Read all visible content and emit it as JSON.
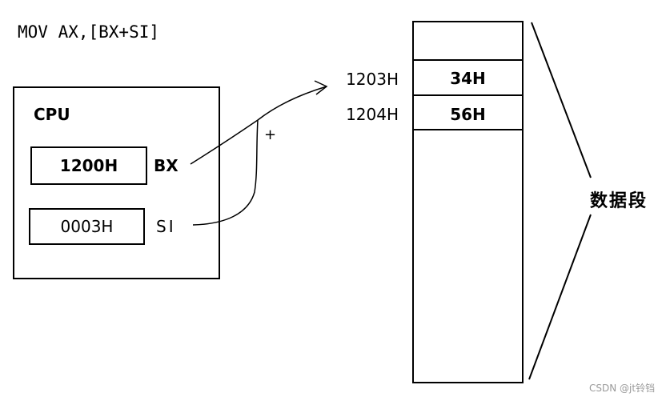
{
  "instruction": "MOV AX,[BX+SI]",
  "cpu": {
    "label": "CPU",
    "registers": [
      {
        "name": "BX",
        "value": "1200H"
      },
      {
        "name": "SI",
        "value": "0003H"
      }
    ]
  },
  "operator": "+",
  "memory": {
    "cells": [
      {
        "address": "1203H",
        "value": "34H"
      },
      {
        "address": "1204H",
        "value": "56H"
      }
    ]
  },
  "segment_label": "数据段",
  "watermark": "CSDN @jt铃铛"
}
